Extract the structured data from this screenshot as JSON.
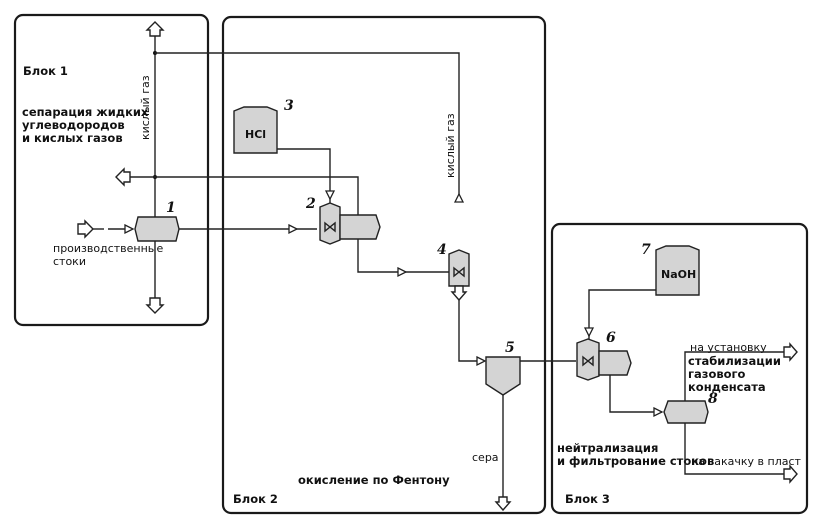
{
  "blocks": [
    {
      "id": "block1",
      "title": "Блок 1",
      "description": [
        "сепарация жидких",
        "углеводородов",
        "и кислых газов"
      ]
    },
    {
      "id": "block2",
      "title": "Блок 2",
      "description": [
        "окисление по Фентону"
      ]
    },
    {
      "id": "block3",
      "title": "Блок 3",
      "description": [
        "нейтрализация",
        "и фильтрование стоков"
      ]
    }
  ],
  "equipment": [
    {
      "number": "1",
      "type": "separator"
    },
    {
      "number": "2",
      "type": "reactor"
    },
    {
      "number": "3",
      "type": "tank",
      "label": "HCl"
    },
    {
      "number": "4",
      "type": "reactor"
    },
    {
      "number": "5",
      "type": "settler"
    },
    {
      "number": "6",
      "type": "reactor"
    },
    {
      "number": "7",
      "type": "tank",
      "label": "NaOH"
    },
    {
      "number": "8",
      "type": "filter"
    }
  ],
  "streams": {
    "acid_gas_1": "кислый газ",
    "acid_gas_2": "кислый газ",
    "industrial_wastewater": [
      "производственные",
      "стоки"
    ],
    "sulfur": "сера",
    "to_unit_line1": "на установку",
    "to_unit_rest": [
      "стабилизации",
      "газового",
      "конденсата"
    ],
    "to_injection": "на закачку в пласт"
  }
}
